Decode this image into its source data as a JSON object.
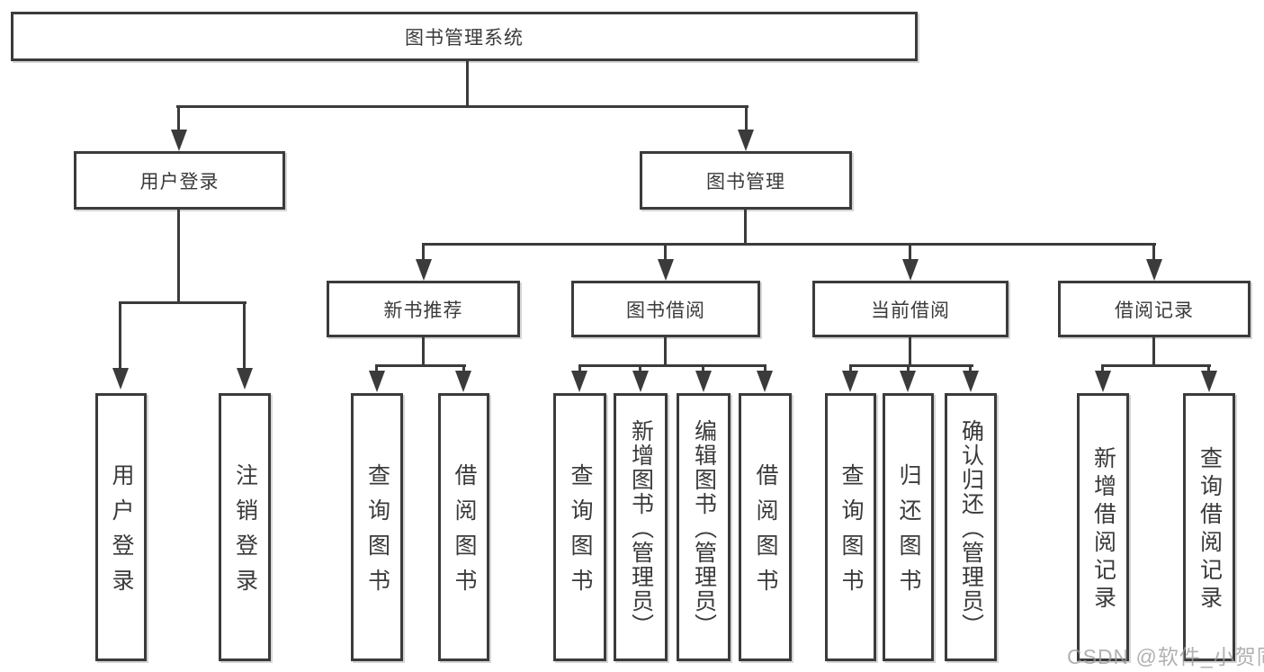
{
  "diagram": {
    "title": "图书管理系统",
    "root": {
      "label": "图书管理系统"
    },
    "level2": [
      {
        "label": "用户登录"
      },
      {
        "label": "图书管理"
      }
    ],
    "level3": [
      {
        "label": "新书推荐",
        "parent": "图书管理"
      },
      {
        "label": "图书借阅",
        "parent": "图书管理"
      },
      {
        "label": "当前借阅",
        "parent": "图书管理"
      },
      {
        "label": "借阅记录",
        "parent": "图书管理"
      }
    ],
    "leaves": [
      {
        "label": "用户登录",
        "parent": "用户登录"
      },
      {
        "label": "注销登录",
        "parent": "用户登录"
      },
      {
        "label": "查询图书",
        "parent": "新书推荐"
      },
      {
        "label": "借阅图书",
        "parent": "新书推荐"
      },
      {
        "label": "查询图书",
        "parent": "图书借阅"
      },
      {
        "label": "新增图书（管理员）",
        "parent": "图书借阅"
      },
      {
        "label": "编辑图书（管理员）",
        "parent": "图书借阅"
      },
      {
        "label": "借阅图书",
        "parent": "图书借阅"
      },
      {
        "label": "查询图书",
        "parent": "当前借阅"
      },
      {
        "label": "归还图书",
        "parent": "当前借阅"
      },
      {
        "label": "确认归还（管理员）",
        "parent": "当前借阅"
      },
      {
        "label": "新增借阅记录",
        "parent": "借阅记录"
      },
      {
        "label": "查询借阅记录",
        "parent": "借阅记录"
      }
    ],
    "watermark": "CSDN @软件_小贺同学",
    "colors": {
      "line": "#3b3b3b",
      "text": "#3a3a3a",
      "background": "#ffffff",
      "watermark": "#9e9e9e"
    }
  }
}
